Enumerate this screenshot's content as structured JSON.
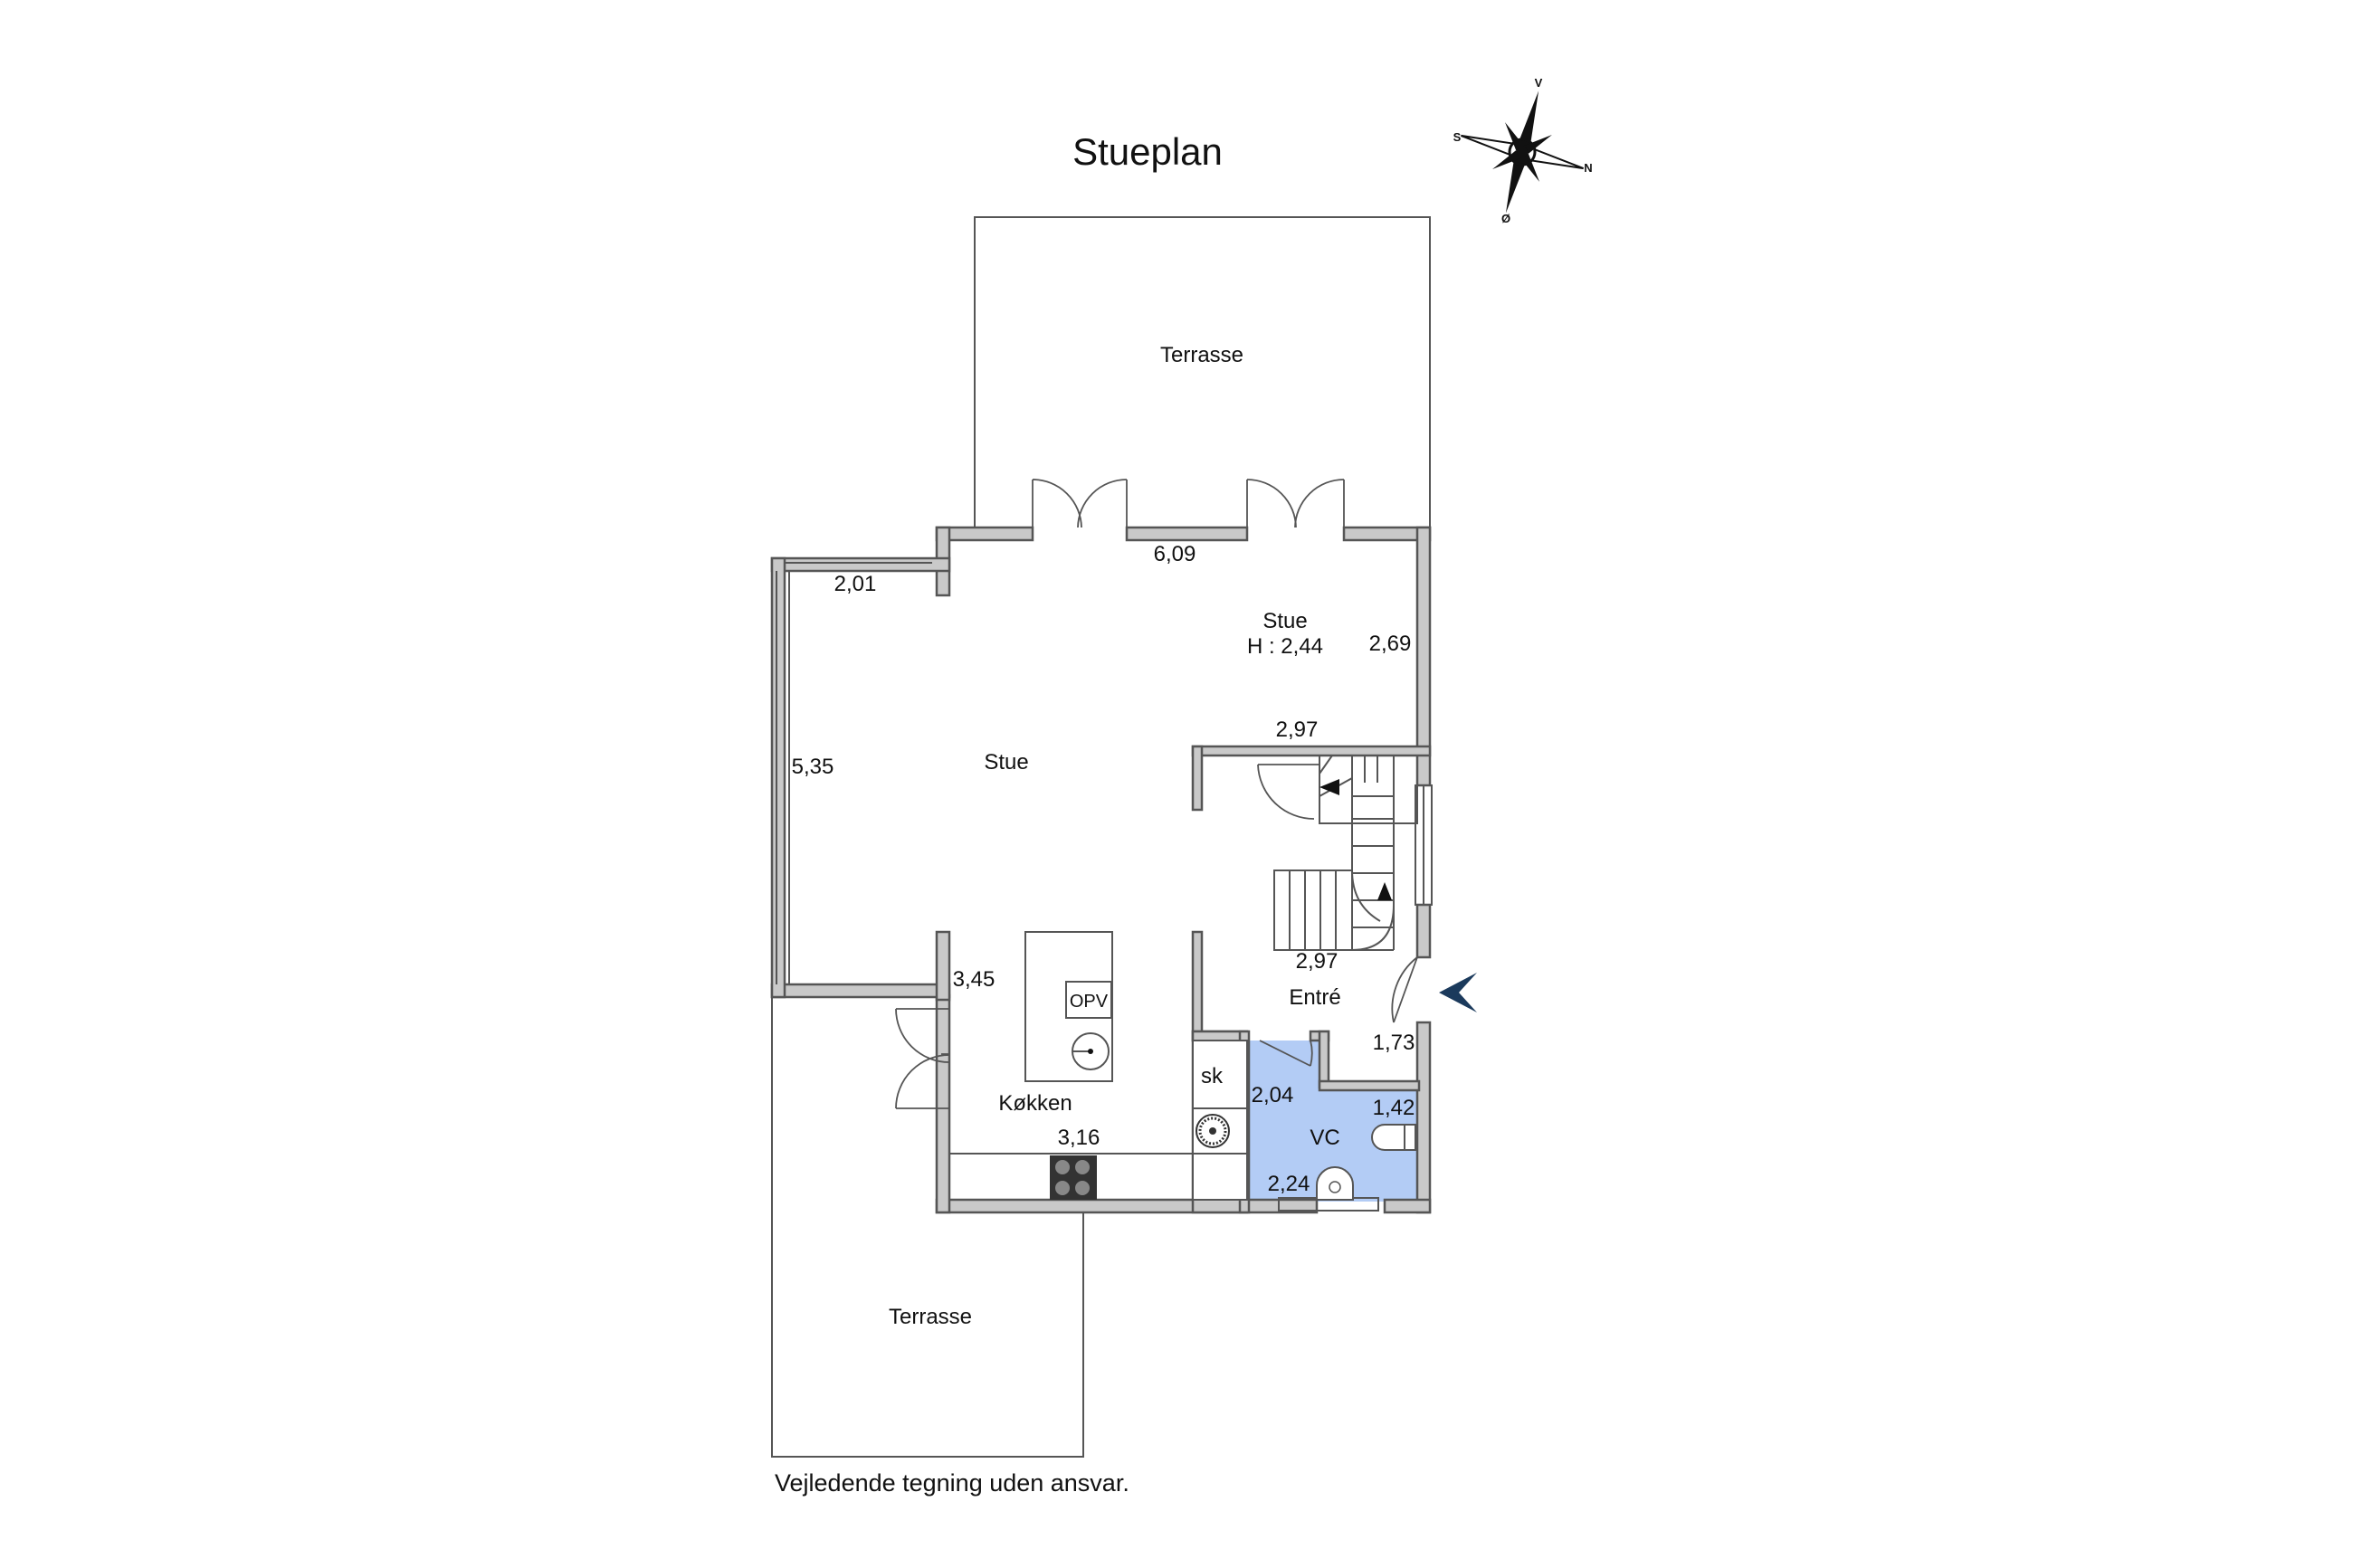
{
  "title": "Stueplan",
  "compass": {
    "north": "N",
    "south": "S",
    "east": "Ø",
    "west": "V"
  },
  "rooms": {
    "terrace_top": "Terrasse",
    "terrace_bottom": "Terrasse",
    "living_main": "Stue",
    "living_upper": "Stue",
    "living_height": "H : 2,44",
    "kitchen": "Køkken",
    "entrance": "Entré",
    "wc": "VC",
    "closet": "sk",
    "island_label": "OPV"
  },
  "dimensions": {
    "d_609": "6,09",
    "d_201": "2,01",
    "d_269": "2,69",
    "d_297_top": "2,97",
    "d_535": "5,35",
    "d_297_bottom": "2,97",
    "d_345": "3,45",
    "d_173": "1,73",
    "d_204": "2,04",
    "d_142": "1,42",
    "d_316": "3,16",
    "d_224": "2,24"
  },
  "disclaimer": "Vejledende tegning uden ansvar.",
  "colors": {
    "wc_fill": "#b3ccf5",
    "entry_arrow": "#1b3a5c",
    "wall_fill": "#c9c9c9"
  }
}
